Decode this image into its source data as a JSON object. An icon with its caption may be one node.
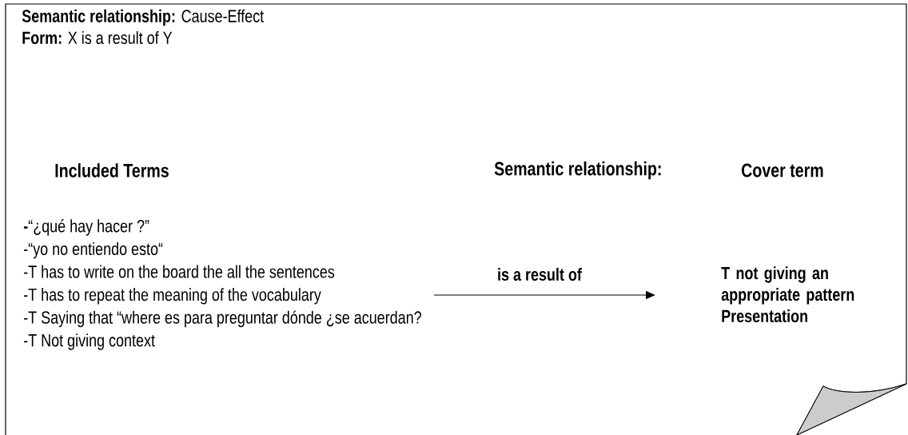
{
  "diagram": {
    "nodes": [
      {
        "text": [
          "**-**“¿qué hay hacer ?”",
          "-“yo no entiendo esto“",
          "-T has to write on the board the all the sentences",
          "-T has to repeat the meaning of the vocabulary",
          "-T Saying that “where es para preguntar dónde ¿se acuerdan?",
          "-T Not giving context"
        ]
      },
      {
        "text": [
          "T not giving an appropriate pattern Presentation"
        ]
      }
    ],
    "edges": [
      {
        "from": 0,
        "to": 1,
        "arrow": "to",
        "label": "is a result of"
      }
    ],
    "labels": [
      "**Semantic relationship:** Cause-Effect",
      "**Form:** X is a result of Y",
      "Included Terms",
      "Semantic relationship:",
      "Cover term"
    ]
  }
}
